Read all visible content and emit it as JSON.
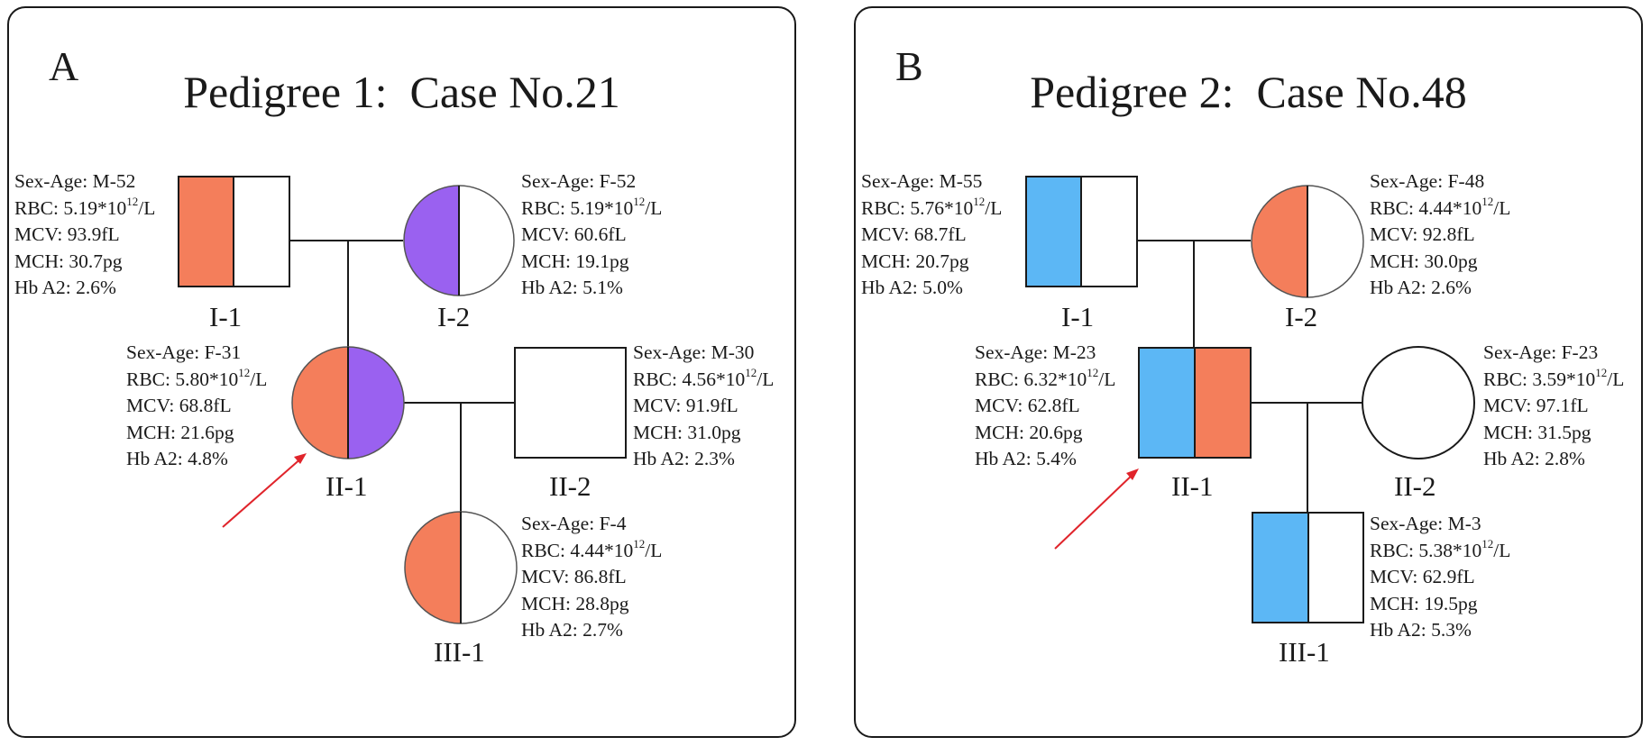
{
  "colors": {
    "orange": "#f47e5b",
    "purple": "#9a61f0",
    "blue": "#5cb7f5",
    "arrow": "#e0242b",
    "line": "#1a1a1a"
  },
  "panels": [
    {
      "letter": "A",
      "title": "Pedigree 1:  Case No.21",
      "members": {
        "I1": {
          "id": "I-1",
          "sex": "male",
          "left_fill": "orange",
          "right_fill": "none",
          "info": {
            "sexage": "Sex-Age: M-52",
            "rbc_pre": "RBC: 5.19*10",
            "rbc_exp": "12",
            "rbc_post": "/L",
            "mcv": "MCV: 93.9fL",
            "mch": "MCH: 30.7pg",
            "hba2": "Hb A2: 2.6%"
          }
        },
        "I2": {
          "id": "I-2",
          "sex": "female",
          "left_fill": "purple",
          "right_fill": "none",
          "info": {
            "sexage": "Sex-Age: F-52",
            "rbc_pre": "RBC: 5.19*10",
            "rbc_exp": "12",
            "rbc_post": "/L",
            "mcv": "MCV: 60.6fL",
            "mch": "MCH: 19.1pg",
            "hba2": "Hb A2: 5.1%"
          }
        },
        "II1": {
          "id": "II-1",
          "sex": "female",
          "left_fill": "orange",
          "right_fill": "purple",
          "proband": true,
          "info": {
            "sexage": "Sex-Age: F-31",
            "rbc_pre": "RBC: 5.80*10",
            "rbc_exp": "12",
            "rbc_post": "/L",
            "mcv": "MCV: 68.8fL",
            "mch": "MCH: 21.6pg",
            "hba2": "Hb A2: 4.8%"
          }
        },
        "II2": {
          "id": "II-2",
          "sex": "male",
          "left_fill": "none",
          "right_fill": "none",
          "info": {
            "sexage": "Sex-Age: M-30",
            "rbc_pre": "RBC: 4.56*10",
            "rbc_exp": "12",
            "rbc_post": "/L",
            "mcv": "MCV: 91.9fL",
            "mch": "MCH: 31.0pg",
            "hba2": "Hb A2: 2.3%"
          }
        },
        "III1": {
          "id": "III-1",
          "sex": "female",
          "left_fill": "orange",
          "right_fill": "none",
          "info": {
            "sexage": "Sex-Age: F-4",
            "rbc_pre": "RBC: 4.44*10",
            "rbc_exp": "12",
            "rbc_post": "/L",
            "mcv": "MCV: 86.8fL",
            "mch": "MCH: 28.8pg",
            "hba2": "Hb A2: 2.7%"
          }
        }
      }
    },
    {
      "letter": "B",
      "title": "Pedigree 2:  Case No.48",
      "members": {
        "I1": {
          "id": "I-1",
          "sex": "male",
          "left_fill": "blue",
          "right_fill": "none",
          "info": {
            "sexage": "Sex-Age: M-55",
            "rbc_pre": "RBC: 5.76*10",
            "rbc_exp": "12",
            "rbc_post": "/L",
            "mcv": "MCV: 68.7fL",
            "mch": "MCH: 20.7pg",
            "hba2": "Hb A2: 5.0%"
          }
        },
        "I2": {
          "id": "I-2",
          "sex": "female",
          "left_fill": "orange",
          "right_fill": "none",
          "info": {
            "sexage": "Sex-Age: F-48",
            "rbc_pre": "RBC: 4.44*10",
            "rbc_exp": "12",
            "rbc_post": "/L",
            "mcv": "MCV: 92.8fL",
            "mch": "MCH: 30.0pg",
            "hba2": "Hb A2: 2.6%"
          }
        },
        "II1": {
          "id": "II-1",
          "sex": "male",
          "left_fill": "blue",
          "right_fill": "orange",
          "proband": true,
          "info": {
            "sexage": "Sex-Age: M-23",
            "rbc_pre": "RBC: 6.32*10",
            "rbc_exp": "12",
            "rbc_post": "/L",
            "mcv": "MCV: 62.8fL",
            "mch": "MCH: 20.6pg",
            "hba2": "Hb A2: 5.4%"
          }
        },
        "II2": {
          "id": "II-2",
          "sex": "female",
          "left_fill": "none",
          "right_fill": "none",
          "info": {
            "sexage": "Sex-Age: F-23",
            "rbc_pre": "RBC: 3.59*10",
            "rbc_exp": "12",
            "rbc_post": "/L",
            "mcv": "MCV: 97.1fL",
            "mch": "MCH: 31.5pg",
            "hba2": "Hb A2: 2.8%"
          }
        },
        "III1": {
          "id": "III-1",
          "sex": "male",
          "left_fill": "blue",
          "right_fill": "none",
          "info": {
            "sexage": "Sex-Age: M-3",
            "rbc_pre": "RBC: 5.38*10",
            "rbc_exp": "12",
            "rbc_post": "/L",
            "mcv": "MCV: 62.9fL",
            "mch": "MCH: 19.5pg",
            "hba2": "Hb A2: 5.3%"
          }
        }
      }
    }
  ]
}
